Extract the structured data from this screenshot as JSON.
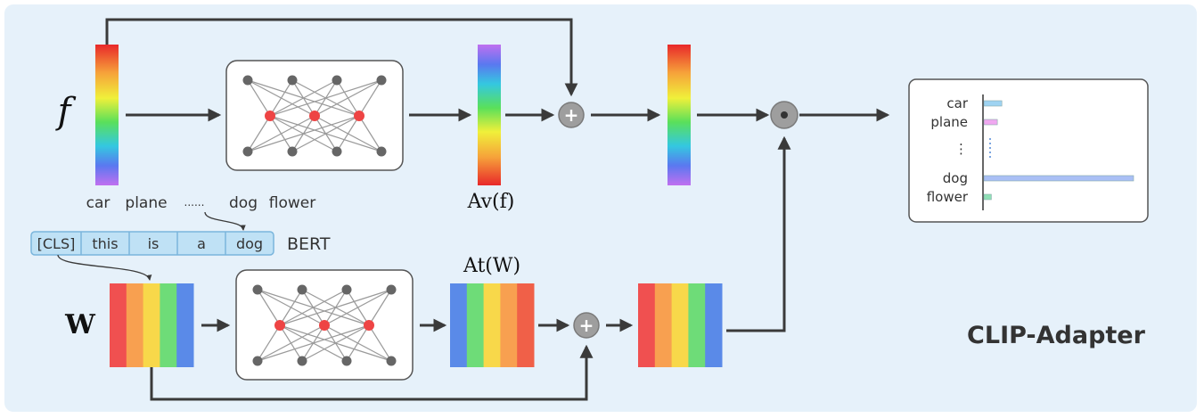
{
  "input_feature_symbol": "f",
  "text_weight_symbol": "W",
  "adapted_visual_label": "Av(f)",
  "adapted_text_label": "At(W)",
  "class_names": [
    "car",
    "plane",
    "......",
    "dog",
    "flower"
  ],
  "prompt_tokens": [
    "[CLS]",
    "this",
    "is",
    "a",
    "dog"
  ],
  "encoder_label": "BERT",
  "model_title": "CLIP-Adapter",
  "operators": {
    "add": "+",
    "dot": "⊙"
  },
  "colors": {
    "panel_bg": "#e6f1fa",
    "arrow": "#3a3a3a",
    "hidden_node": "#ee4444",
    "io_node": "#666666",
    "token_box": "#bfe1f5",
    "token_border": "#7ab5dc",
    "stripes": [
      "#f05050",
      "#f8a050",
      "#6edc78",
      "#f8d84a",
      "#f06048",
      "#5a8ae8"
    ]
  },
  "output_chart": {
    "labels": [
      "car",
      "plane",
      "⋮",
      "dog",
      "flower"
    ],
    "values": [
      0.12,
      0.09,
      0,
      1.0,
      0.05
    ],
    "colors": [
      "#9fd3f2",
      "#f0a8f0",
      "#5b8fd8",
      "#a9bff5",
      "#8fe0b5"
    ]
  }
}
